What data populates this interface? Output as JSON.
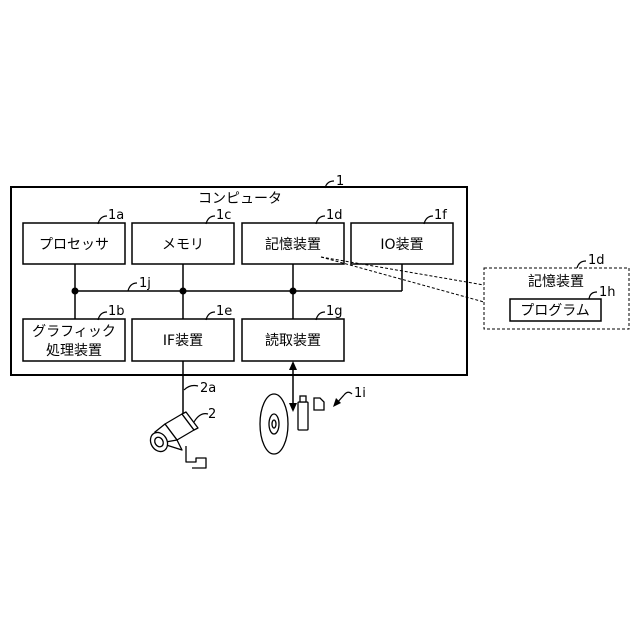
{
  "computer": {
    "title": "コンピュータ",
    "ref": "1"
  },
  "blocks": {
    "processor": {
      "label": "プロセッサ",
      "ref": "1a"
    },
    "memory": {
      "label": "メモリ",
      "ref": "1c"
    },
    "storage": {
      "label": "記憶装置",
      "ref": "1d"
    },
    "io": {
      "label": "IO装置",
      "ref": "1f"
    },
    "graphics": {
      "line1": "グラフィック",
      "line2": "処理装置",
      "ref": "1b"
    },
    "interface": {
      "label": "IF装置",
      "ref": "1e"
    },
    "reader": {
      "label": "読取装置",
      "ref": "1g"
    }
  },
  "bus": {
    "ref": "1j"
  },
  "storage_detail": {
    "title": "記憶装置",
    "ref": "1d",
    "program_label": "プログラム",
    "program_ref": "1h"
  },
  "camera": {
    "ref": "2",
    "cable_ref": "2a"
  },
  "media": {
    "ref": "1i"
  }
}
